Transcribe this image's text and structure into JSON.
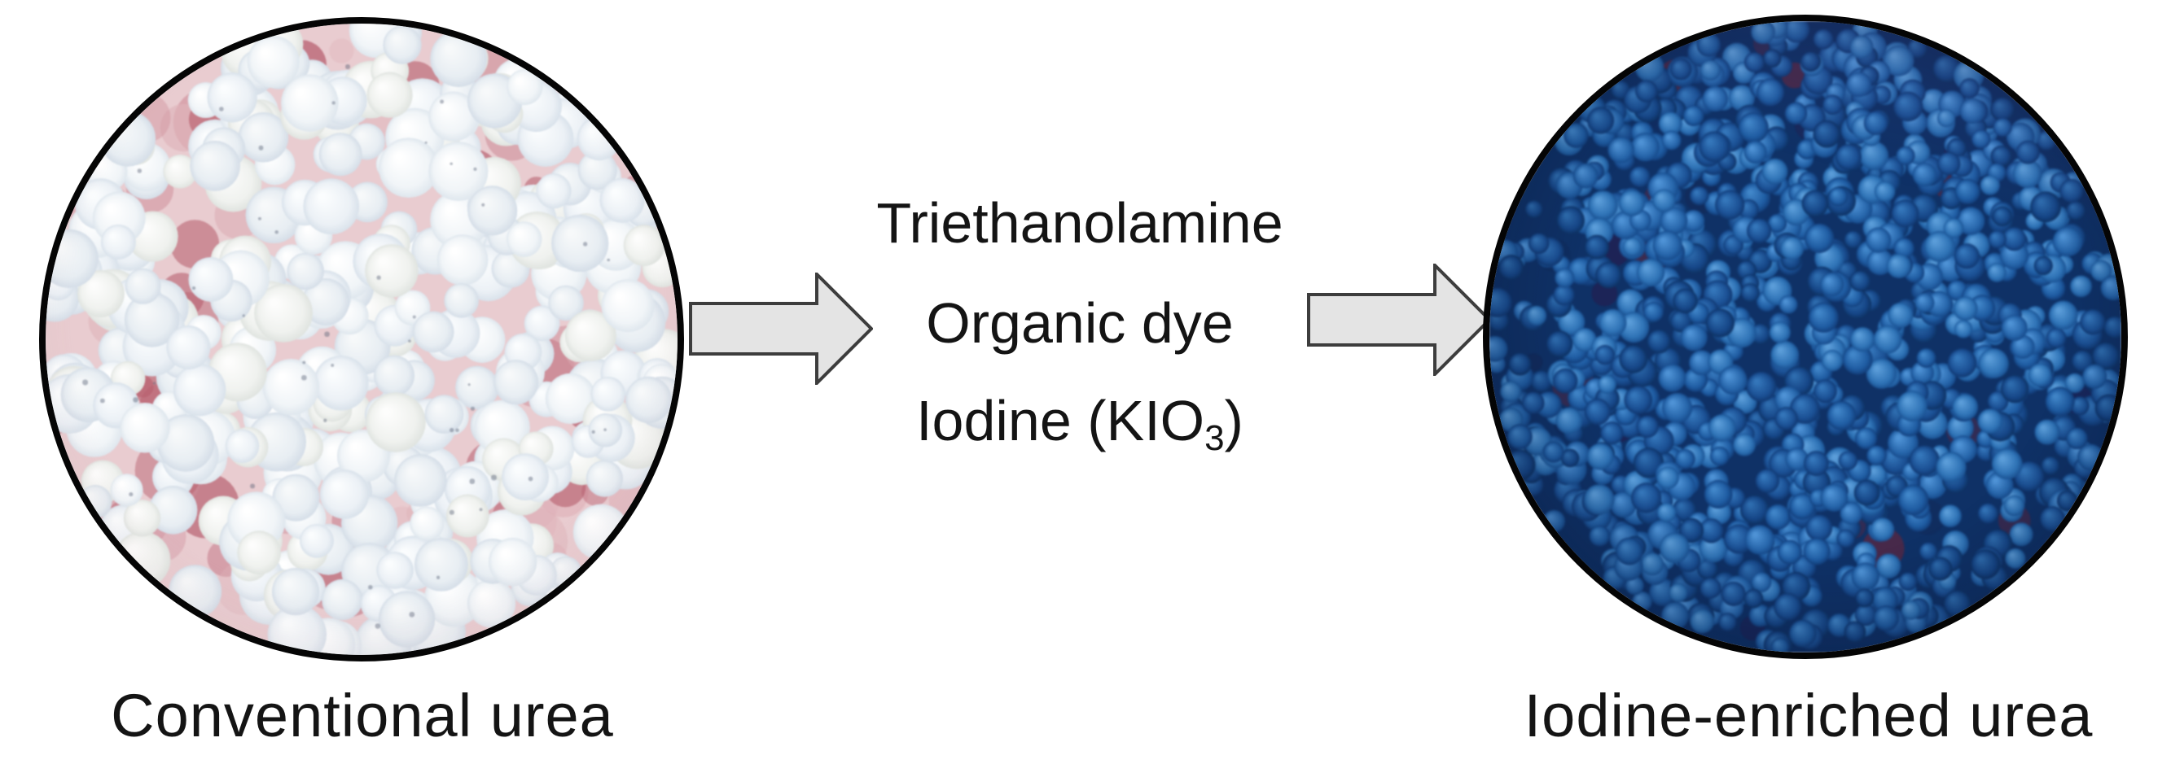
{
  "figure": {
    "left_caption": "Conventional urea",
    "right_caption": "Iodine-enriched urea",
    "reagents": {
      "line1": "Triethanolamine",
      "line2": "Organic dye",
      "line3_main": "Iodine (KIO",
      "line3_subscript": "3",
      "line3_close": ")"
    }
  },
  "colors": {
    "background": "#ffffff",
    "text": "#141414",
    "circle_border": "#050505",
    "arrow_fill": "#e4e4e4",
    "arrow_stroke": "#3d3d3d",
    "left_photo": {
      "base": "#e9ccd0",
      "edge_accents": [
        "#cf8f9b",
        "#b75f6e",
        "#dfb3ba"
      ],
      "granules": [
        [
          "#ffffff",
          "#f1f5f8",
          "#dfe7ee"
        ],
        [
          "#fbfdfe",
          "#ecf1f6",
          "#d9e2eb"
        ],
        [
          "#f7f9fa",
          "#e8eef3",
          "#d5dee8"
        ],
        [
          "#fdfdfc",
          "#f0f2ef",
          "#e0e4e0"
        ]
      ],
      "speckle": "rgba(90,100,120,0.45)"
    },
    "right_photo": {
      "base": "#0f3166",
      "edge_accents": [
        "#241c4e",
        "#5c2740",
        "#122a58"
      ],
      "granules": [
        [
          "#4f93d6",
          "#2766ab",
          "#174b8c"
        ],
        [
          "#4186c9",
          "#1f5ca2",
          "#133f7c"
        ],
        [
          "#5b9dd9",
          "#2f73b6",
          "#1b5394"
        ],
        [
          "#3577bb",
          "#1b5094",
          "#113871"
        ],
        [
          "#2e6cae",
          "#164687",
          "#0e3263"
        ]
      ],
      "speckle": "rgba(10,20,45,0.5)"
    }
  }
}
